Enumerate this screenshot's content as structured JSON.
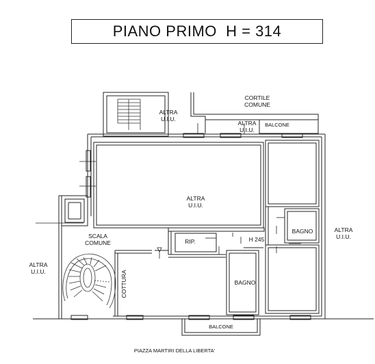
{
  "title": "PIANO PRIMO  H = 314",
  "labels": {
    "cortile_line1": "CORTILE",
    "cortile_line2": "COMUNE",
    "altra_top_left_line1": "ALTRA",
    "altra_top_left_line2": "U.I.U.",
    "altra_top_mid_line1": "ALTRA",
    "altra_top_mid_line2": "U.I.U.",
    "balcone_top": "BALCONE",
    "altra_center_line1": "ALTRA",
    "altra_center_line2": "U.I.U.",
    "altra_right_line1": "ALTRA",
    "altra_right_line2": "U.I.U.",
    "altra_left_line1": "ALTRA",
    "altra_left_line2": "U.I.U.",
    "scala_line1": "SCALA",
    "scala_line2": "COMUNE",
    "rip": "RIP.",
    "h245": "H 245",
    "bagno_right": "BAGNO",
    "bagno_bottom": "BAGNO",
    "cottura": "COTTURA",
    "balcone_bottom": "BALCONE",
    "piazza": "PIAZZA MARTIRI DELLA LIBERTA'"
  }
}
